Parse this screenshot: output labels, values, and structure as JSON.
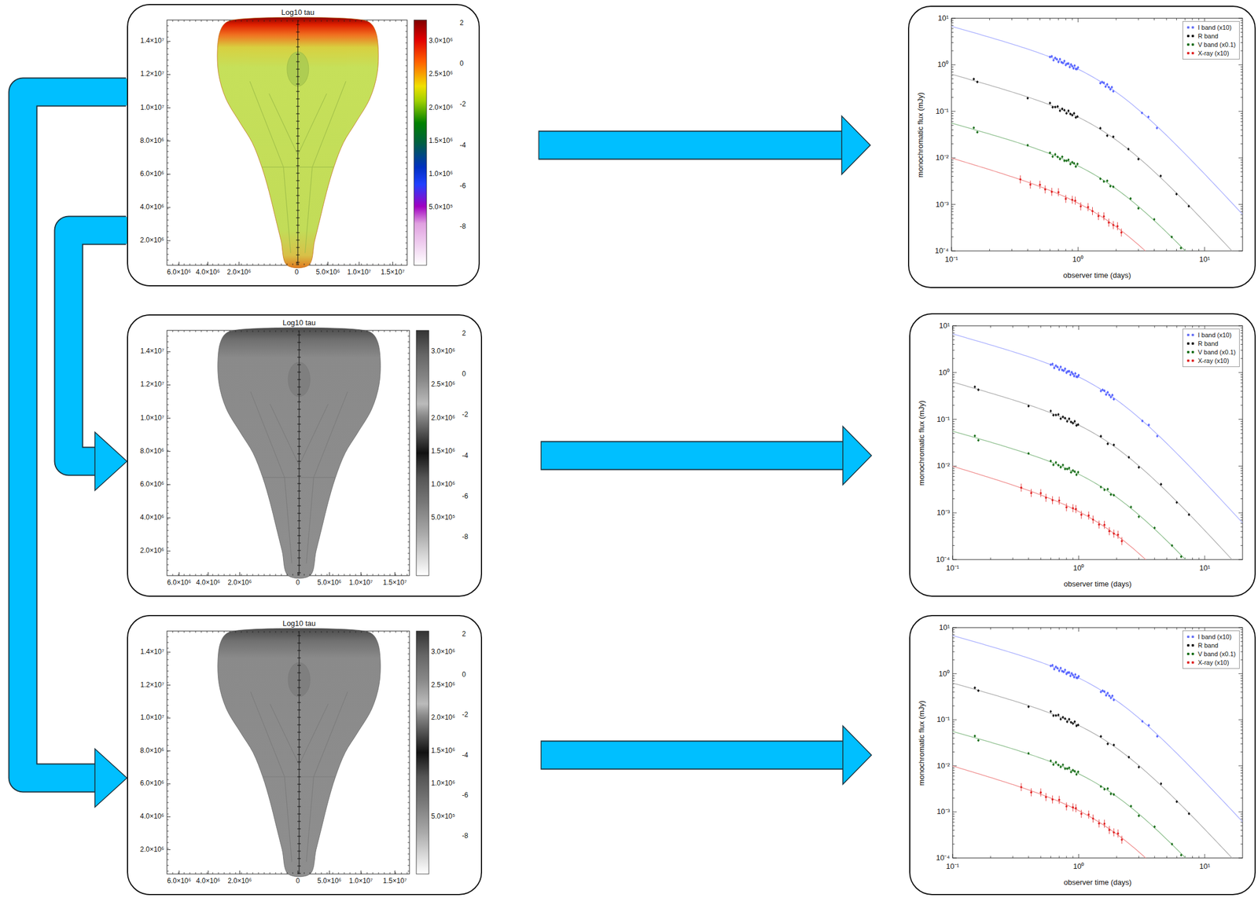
{
  "diagram": {
    "nodes": [
      {
        "text": [
          "Log10 tau",
          "1.4×10⁷",
          "1.2×10⁷",
          "1.0×10⁷",
          "8.0×10⁶",
          "6.0×10⁶",
          "4.0×10⁶",
          "2.0×10⁶",
          "6.0×10⁶",
          "4.0×10⁶",
          "2.0×10⁶",
          "0",
          "5.0×10⁶",
          "1.0×10⁷",
          "1.5×10⁷",
          "3.0×10⁶",
          "2.5×10⁶",
          "2.0×10⁶",
          "1.5×10⁶",
          "1.0×10⁶",
          "5.0×10⁵",
          "2",
          "0",
          "-2",
          "-4",
          "-6",
          "-8"
        ]
      },
      {
        "text": [
          "10¹",
          "10⁰",
          "10⁻¹",
          "10⁻²",
          "10⁻³",
          "10⁻⁴",
          "10⁻¹",
          "10⁰",
          "10¹",
          "monochromatic flux (mJy)",
          "observer time (days)"
        ]
      },
      {
        "text": [
          "Log10 tau",
          "1.4×10⁷",
          "1.2×10⁷",
          "1.0×10⁷",
          "8.0×10⁶",
          "6.0×10⁶",
          "4.0×10⁶",
          "2.0×10⁶",
          "6.0×10⁶",
          "4.0×10⁶",
          "2.0×10⁶",
          "0",
          "5.0×10⁶",
          "1.0×10⁷",
          "1.5×10⁷",
          "3.0×10⁶",
          "2.5×10⁶",
          "2.0×10⁶",
          "1.5×10⁶",
          "1.0×10⁶",
          "5.0×10⁵",
          "2",
          "0",
          "-2",
          "-4",
          "-6",
          "-8"
        ]
      },
      {
        "text": [
          "10¹",
          "10⁰",
          "10⁻¹",
          "10⁻²",
          "10⁻³",
          "10⁻⁴",
          "10⁻¹",
          "10⁰",
          "10¹",
          "monochromatic flux (mJy)",
          "observer time (days)"
        ]
      },
      {
        "text": [
          "Log10 tau",
          "1.4×10⁷",
          "1.2×10⁷",
          "1.0×10⁷",
          "8.0×10⁶",
          "6.0×10⁶",
          "4.0×10⁶",
          "2.0×10⁶",
          "6.0×10⁶",
          "4.0×10⁶",
          "2.0×10⁶",
          "0",
          "5.0×10⁶",
          "1.0×10⁷",
          "1.5×10⁷",
          "3.0×10⁶",
          "2.5×10⁶",
          "2.0×10⁶",
          "1.5×10⁶",
          "1.0×10⁶",
          "5.0×10⁵",
          "2",
          "0",
          "-2",
          "-4",
          "-6",
          "-8"
        ]
      },
      {
        "text": [
          "10¹",
          "10⁰",
          "10⁻¹",
          "10⁻²",
          "10⁻³",
          "10⁻⁴",
          "10⁻¹",
          "10⁰",
          "10¹",
          "monochromatic flux (mJy)",
          "observer time (days)"
        ]
      }
    ],
    "edges": [
      {
        "from": 0,
        "to": 1,
        "arrow": "to"
      },
      {
        "from": 0,
        "to": 2,
        "arrow": "to"
      },
      {
        "from": 0,
        "to": 4,
        "arrow": "to"
      },
      {
        "from": 2,
        "to": 3,
        "arrow": "to"
      },
      {
        "from": 4,
        "to": 5,
        "arrow": "to"
      }
    ],
    "legend": [
      {
        "text": "I band (x10)",
        "color": "#6a74f5"
      },
      {
        "text": "R band",
        "color": "#111111"
      },
      {
        "text": "V band (x0.1)",
        "color": "#1a6e1a"
      },
      {
        "text": "X-ray (x10)",
        "color": "#e02a2a"
      },
      {
        "text": "I band (x10)",
        "color": "#6a74f5"
      },
      {
        "text": "R band",
        "color": "#111111"
      },
      {
        "text": "V band (x0.1)",
        "color": "#1a6e1a"
      },
      {
        "text": "X-ray (x10)",
        "color": "#e02a2a"
      },
      {
        "text": "I band (x10)",
        "color": "#6a74f5"
      },
      {
        "text": "R band",
        "color": "#111111"
      },
      {
        "text": "V band (x0.1)",
        "color": "#1a6e1a"
      },
      {
        "text": "X-ray (x10)",
        "color": "#e02a2a"
      }
    ]
  }
}
